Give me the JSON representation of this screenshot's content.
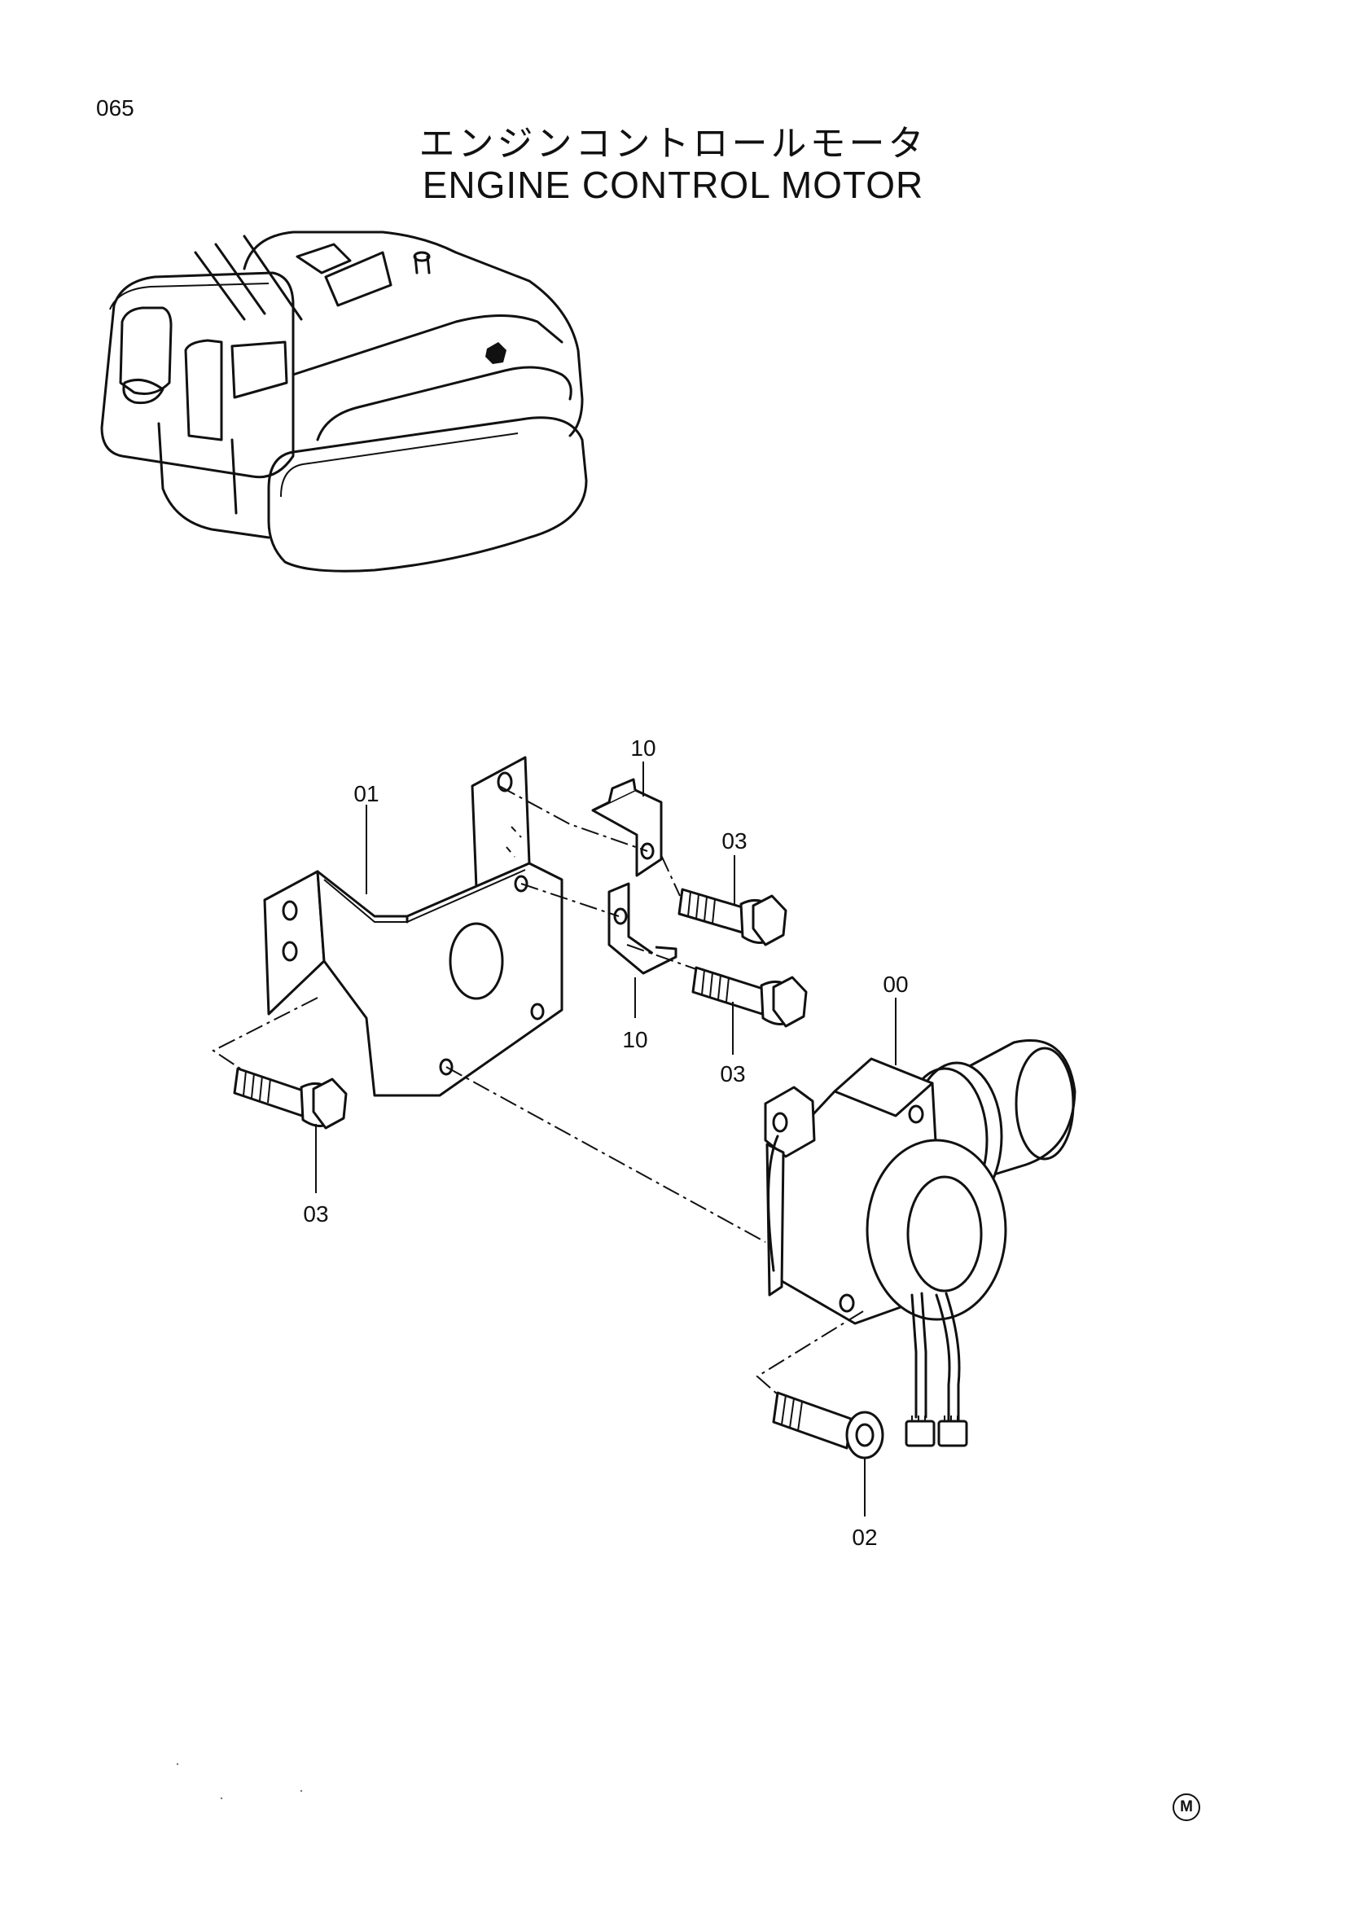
{
  "page_number": "065",
  "title_jp": "エンジンコントロールモータ",
  "title_en": "ENGINE CONTROL MOTOR",
  "callouts": {
    "motor": "00",
    "bracket": "01",
    "screw": "02",
    "bolt_top": "03",
    "bolt_mid": "03",
    "bolt_left": "03",
    "plate_top": "10",
    "plate_bottom": "10"
  },
  "mark": "M"
}
